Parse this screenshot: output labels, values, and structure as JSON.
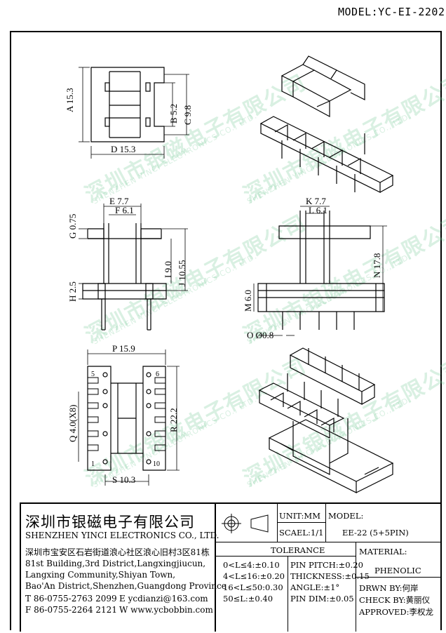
{
  "header": {
    "model": "MODEL:YC-EI-2202"
  },
  "views": {
    "top": {
      "dim_a": "A 15.3",
      "dim_b": "B 5.2",
      "dim_c": "C 9.8",
      "dim_d": "D 15.3"
    },
    "front": {
      "dim_e": "E 7.7",
      "dim_f": "F 6.1",
      "dim_g": "G 0.75",
      "dim_h": "H 2.5",
      "dim_i": "I 9.0",
      "dim_j": "J 10.55"
    },
    "side": {
      "dim_k": "K 7.7",
      "dim_l": "L 6.1",
      "dim_m": "M 6.0",
      "dim_n": "N 17.8",
      "dim_o": "O Ø0.8"
    },
    "bottom": {
      "dim_p": "P 15.9",
      "dim_q": "Q 4.0(X8)",
      "dim_r": "R 22.2",
      "dim_s": "S 10.3",
      "pin_1": "1",
      "pin_5": "5",
      "pin_6": "6",
      "pin_10": "10"
    }
  },
  "watermark": {
    "cn": "深圳市银磁电子有限公司",
    "en": "SHENZHEN YINCI ELECTRONICS CO., LTD."
  },
  "title_block": {
    "company_cn": "深圳市银磁电子有限公司",
    "company_en": "SHENZHEN YINCI ELECTRONICS CO., LTD.",
    "address_cn": "深圳市宝安区石岩街道浪心社区浪心旧村3区81栋",
    "address_en_1": "81st Building,3rd District,Langxingjiucun,",
    "address_en_2": "Langxing Community,Shiyan Town,",
    "address_en_3": "Bao'An District,Shenzhen,Guangdong Province",
    "tel": "T 86-0755-2763 2099",
    "fax": "F 86-0755-2264 2121",
    "email": "E ycdianzi@163.com",
    "web": "W www.ycbobbin.com",
    "unit": "UNIT:MM",
    "scale": "SCAEL:1/1",
    "model_label": "MODEL:",
    "model_value": "EE-22 (5+5PIN)",
    "tolerance_label": "TOLERANCE",
    "tolerances_left": [
      "0<L≤4:±0.10",
      "4<L≤16:±0.20",
      "16<L≤50:0.30",
      "50≤L:±0.40"
    ],
    "tolerances_right": [
      "PIN PITCH:±0.20",
      "THICKNESS:±0.15",
      "ANGLE:±1°",
      "PIN DIM:±0.05"
    ],
    "material_label": "MATERIAL:",
    "material_value": "PHENOLIC",
    "drawn_by": "DRWN BY:何岸",
    "check_by": "CHECK BY:黄丽仪",
    "approved": "APPROVED:李权龙"
  }
}
